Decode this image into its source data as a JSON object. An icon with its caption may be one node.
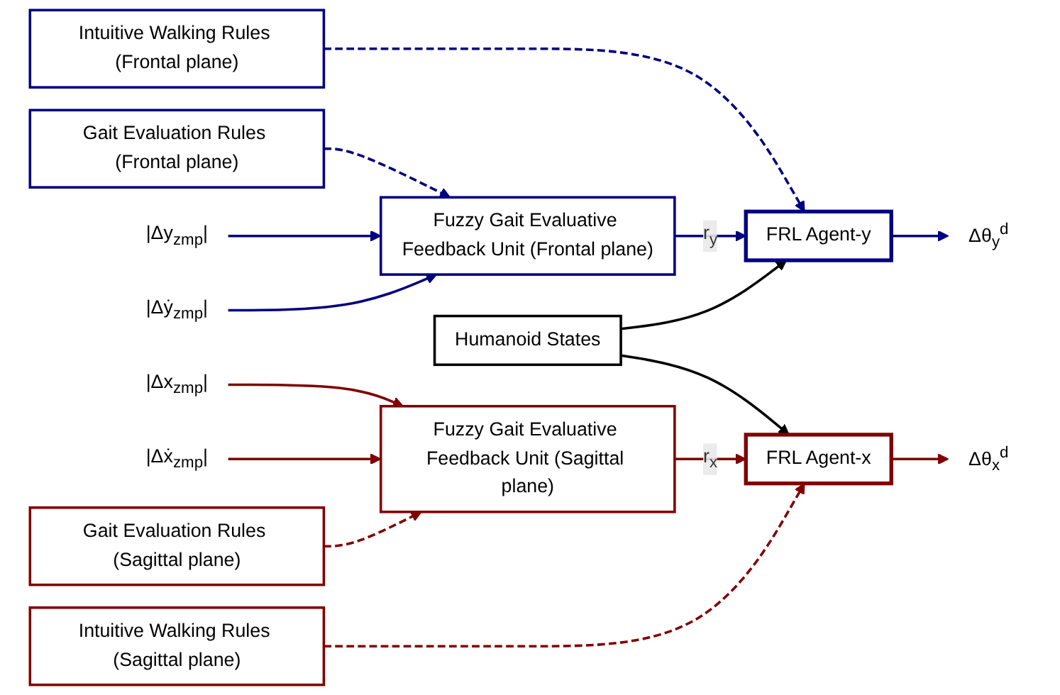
{
  "diagram": {
    "nodes": [
      {
        "text": [
          "Gait Evaluation Rules (Frontal plane)"
        ]
      },
      {
        "text": [
          "Intuitive Walking Rules (Frontal plane)"
        ]
      },
      {
        "text": [
          "|Δy$_{zmp}$|"
        ]
      },
      {
        "text": [
          "Fuzzy Gait Evaluative Feedback Unit (Frontal plane)"
        ]
      },
      {
        "text": [
          "FRL Agent-y"
        ]
      },
      {
        "text": [
          "Δθ$_{y}$$^{d}$"
        ]
      },
      {
        "text": [
          "|Δẏ$_{zmp}$|"
        ]
      },
      {
        "text": [
          "Humanoid States"
        ]
      },
      {
        "text": [
          "|Δx$_{zmp}$|"
        ]
      },
      {
        "text": [
          "Fuzzy Gait Evaluative Feedback Unit (Sagittal plane)"
        ]
      },
      {
        "text": [
          "FRL Agent-x"
        ]
      },
      {
        "text": [
          "Δθ$_{x}$$^{d}$"
        ]
      },
      {
        "text": [
          "|Δẋ$_{zmp}$|"
        ]
      },
      {
        "text": [
          "Gait Evaluation Rules (Sagittal plane)"
        ]
      },
      {
        "text": [
          "Intuitive Walking Rules (Sagittal plane)"
        ]
      }
    ],
    "edges": [
      {
        "from": 0,
        "to": 3,
        "arrow": "to",
        "style": "dashed",
        "color": "#000080"
      },
      {
        "from": 1,
        "to": 4,
        "arrow": "to",
        "style": "dashed",
        "color": "#000080"
      },
      {
        "from": 2,
        "to": 3,
        "arrow": "to",
        "color": "#000080"
      },
      {
        "from": 6,
        "to": 3,
        "arrow": "to",
        "color": "#000080"
      },
      {
        "from": 3,
        "to": 4,
        "arrow": "to",
        "label": "r$_{y}$",
        "color": "#000080"
      },
      {
        "from": 4,
        "to": 5,
        "arrow": "to",
        "color": "#000080"
      },
      {
        "from": 7,
        "to": 4,
        "arrow": "to",
        "color": "#000000"
      },
      {
        "from": 7,
        "to": 10,
        "arrow": "to",
        "color": "#000000"
      },
      {
        "from": 8,
        "to": 9,
        "arrow": "to",
        "color": "#800000"
      },
      {
        "from": 12,
        "to": 9,
        "arrow": "to",
        "color": "#800000"
      },
      {
        "from": 9,
        "to": 10,
        "arrow": "to",
        "label": "r$_{x}$",
        "color": "#800000"
      },
      {
        "from": 10,
        "to": 11,
        "arrow": "to",
        "color": "#800000"
      },
      {
        "from": 13,
        "to": 9,
        "arrow": "to",
        "style": "dashed",
        "color": "#800000"
      },
      {
        "from": 14,
        "to": 10,
        "arrow": "to",
        "style": "dashed",
        "color": "#800000"
      }
    ]
  }
}
